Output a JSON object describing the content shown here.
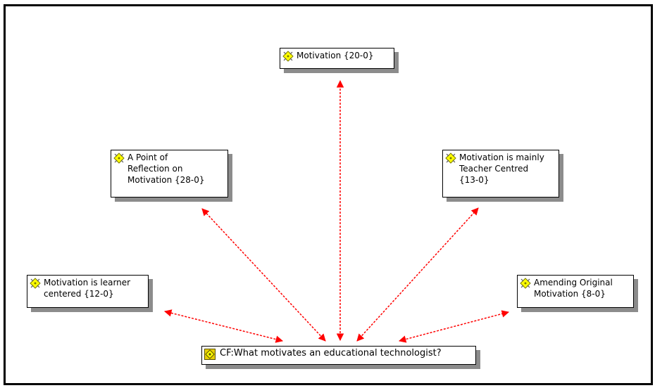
{
  "diagram": {
    "nodes": [
      {
        "id": "motivation",
        "label": "Motivation {20-0}",
        "icon": "discussion-node-icon"
      },
      {
        "id": "reflection",
        "label": "A Point of\nReflection on\nMotivation {28-0}",
        "icon": "discussion-node-icon"
      },
      {
        "id": "teacher",
        "label": "Motivation is mainly\nTeacher Centred\n{13-0}",
        "icon": "discussion-node-icon"
      },
      {
        "id": "learner",
        "label": "Motivation is learner\ncentered {12-0}",
        "icon": "discussion-node-icon"
      },
      {
        "id": "amending",
        "label": "Amending Original\nMotivation {8-0}",
        "icon": "discussion-node-icon"
      },
      {
        "id": "center",
        "label": "CF:What motivates an educational technologist?",
        "icon": "central-topic-icon"
      }
    ],
    "edges": [
      {
        "from": "center",
        "to": "motivation",
        "style": "dashed",
        "arrows": "both"
      },
      {
        "from": "center",
        "to": "reflection",
        "style": "dashed",
        "arrows": "both"
      },
      {
        "from": "center",
        "to": "teacher",
        "style": "dashed",
        "arrows": "both"
      },
      {
        "from": "center",
        "to": "learner",
        "style": "dashed",
        "arrows": "both"
      },
      {
        "from": "center",
        "to": "amending",
        "style": "dashed",
        "arrows": "both"
      }
    ],
    "colors": {
      "link": "#ff0000",
      "icon_fill": "#ffff00",
      "icon_center_fill": "#e8d000",
      "shadow": "#8c8c8c",
      "border": "#000000"
    }
  }
}
